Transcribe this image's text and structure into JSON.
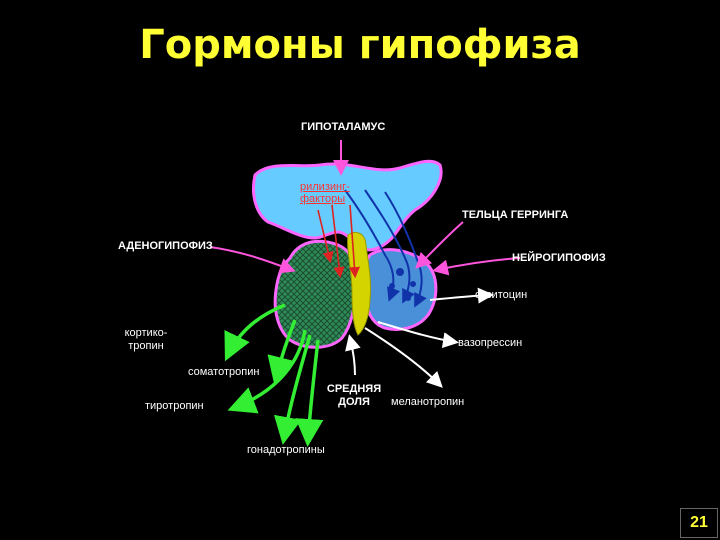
{
  "title": "Гормоны гипофиза",
  "labels": {
    "hypothalamus": "ГИПОТАЛАМУС",
    "releasing_factors_line1": "рилизинг-",
    "releasing_factors_line2": "факторы",
    "herring_bodies": "ТЕЛЬЦА ГЕРРИНГА",
    "adenohypophysis": "АДЕНОГИПОФИЗ",
    "neurohypophysis": "НЕЙРОГИПОФИЗ",
    "oxytocin": "окситоцин",
    "corticotropin_line1": "кортико-",
    "corticotropin_line2": "тропин",
    "vasopressin": "вазопрессин",
    "somatotropin": "соматотропин",
    "middle_lobe_line1": "СРЕДНЯЯ",
    "middle_lobe_line2": "ДОЛЯ",
    "melanotropin": "меланотропин",
    "thyrotropin": "тиротропин",
    "gonadotropins": "гонадотропины"
  },
  "page_number": "21",
  "colors": {
    "background": "#000000",
    "title": "#ffff33",
    "hypothalamus_fill": "#66ccff",
    "border_pink": "#ff66ff",
    "gland_fill": "#4a90d9",
    "adeno_fill": "#2e8b57",
    "stalk": "#d4d400",
    "arrow_pink": "#ff55dd",
    "arrow_green": "#33ee33",
    "arrow_white": "#ffffff",
    "arrow_red": "#dd2222",
    "axon_blue": "#1133aa"
  }
}
